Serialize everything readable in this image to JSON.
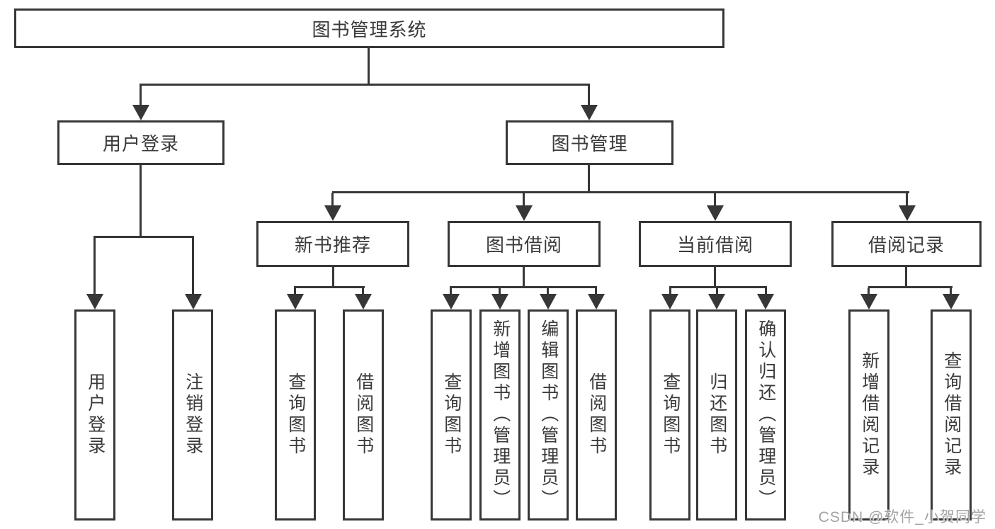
{
  "diagram": {
    "root": "图书管理系统",
    "level2": {
      "user_login": "用户登录",
      "book_management": "图书管理"
    },
    "level3": {
      "new_books": "新书推荐",
      "book_borrowing": "图书借阅",
      "current_borrowing": "当前借阅",
      "borrowing_records": "借阅记录"
    },
    "leaves": {
      "user_login": [
        "用户登录",
        "注销登录"
      ],
      "new_books": [
        "查询图书",
        "借阅图书"
      ],
      "book_borrowing": [
        "查询图书",
        "新增图书（管理员）",
        "编辑图书（管理员）",
        "借阅图书"
      ],
      "current_borrowing": [
        "查询图书",
        "归还图书",
        "确认归还（管理员）"
      ],
      "borrowing_records": [
        "新增借阅记录",
        "查询借阅记录"
      ]
    }
  },
  "watermark": {
    "text": "CSDN @软件_小贺同学"
  },
  "colors": {
    "line": "#373737",
    "text": "#3a3a3a",
    "background": "#ffffff",
    "watermark": "#a3a3a3"
  }
}
